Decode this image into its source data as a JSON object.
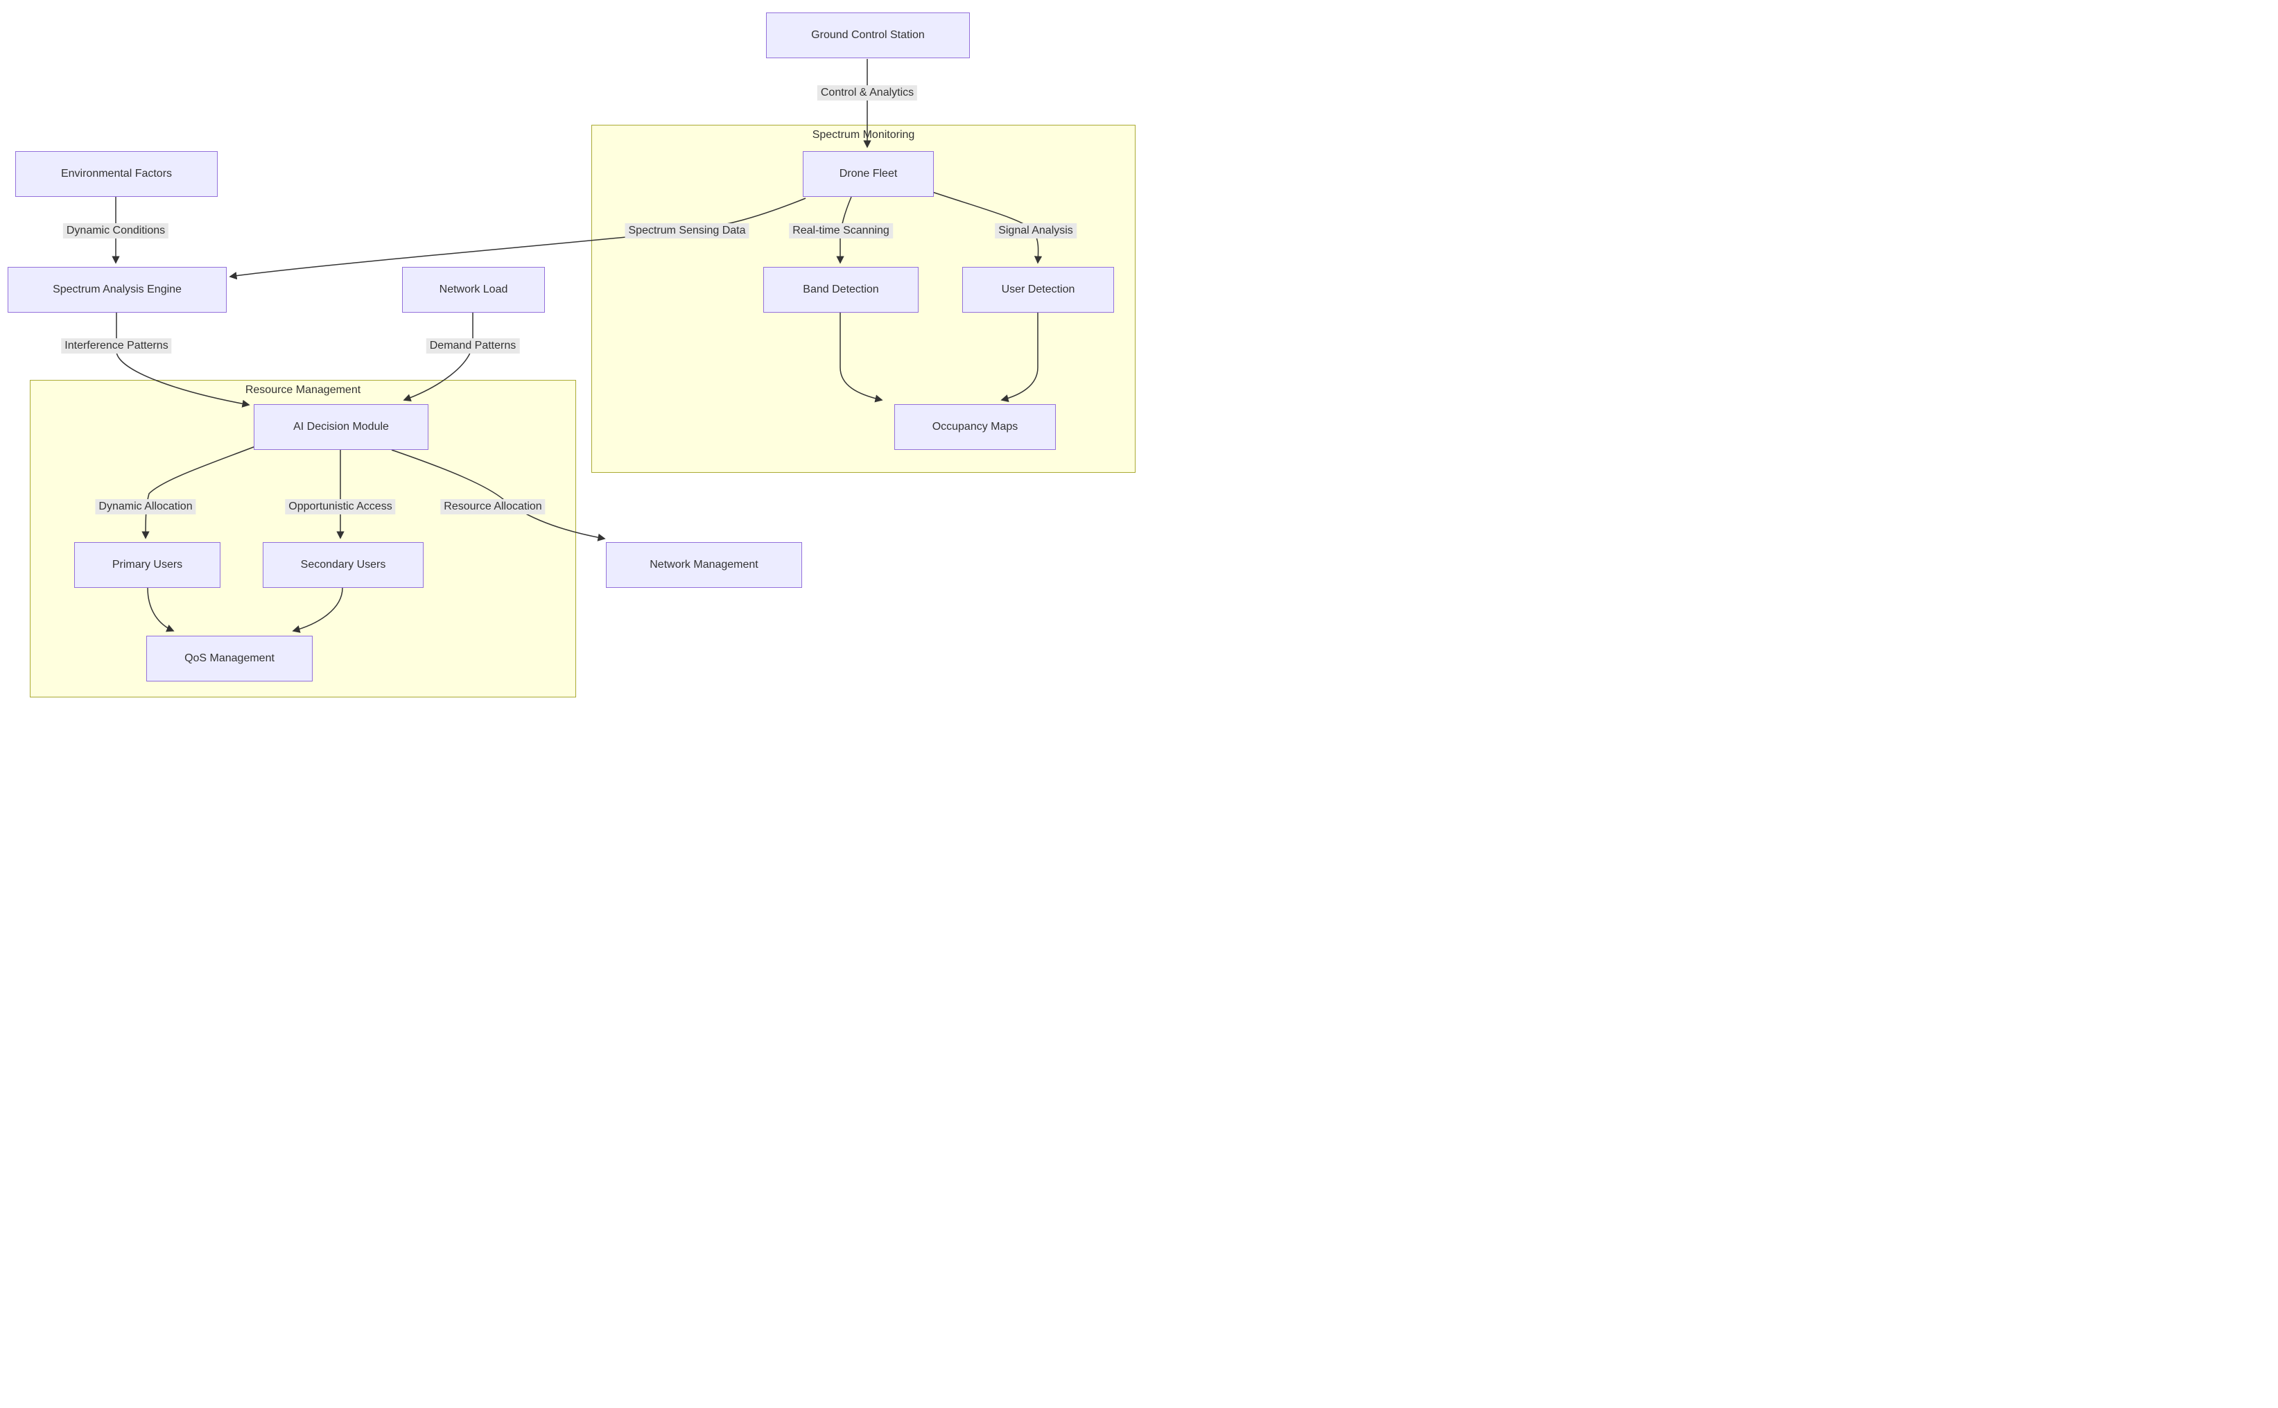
{
  "diagram_type": "flowchart",
  "colors": {
    "node_fill": "#ECECFF",
    "node_border": "#9370DB",
    "cluster_fill": "#FFFFDE",
    "cluster_border": "#AAAA33",
    "edge_label_bg": "#E8E8E8",
    "edge_stroke": "#333333",
    "text": "#333333",
    "background": "#FFFFFF"
  },
  "clusters": {
    "spectrum_monitoring": {
      "label": "Spectrum Monitoring"
    },
    "resource_management": {
      "label": "Resource Management"
    }
  },
  "nodes": {
    "ground_control_station": {
      "label": "Ground Control Station"
    },
    "environmental_factors": {
      "label": "Environmental Factors"
    },
    "drone_fleet": {
      "label": "Drone Fleet"
    },
    "spectrum_analysis_engine": {
      "label": "Spectrum Analysis Engine"
    },
    "network_load": {
      "label": "Network Load"
    },
    "band_detection": {
      "label": "Band Detection"
    },
    "user_detection": {
      "label": "User Detection"
    },
    "ai_decision_module": {
      "label": "AI Decision Module"
    },
    "occupancy_maps": {
      "label": "Occupancy Maps"
    },
    "primary_users": {
      "label": "Primary Users"
    },
    "secondary_users": {
      "label": "Secondary Users"
    },
    "network_management": {
      "label": "Network Management"
    },
    "qos_management": {
      "label": "QoS Management"
    }
  },
  "edges": [
    {
      "from": "ground_control_station",
      "to": "drone_fleet",
      "label": "Control & Analytics"
    },
    {
      "from": "drone_fleet",
      "to": "spectrum_analysis_engine",
      "label": "Spectrum Sensing Data"
    },
    {
      "from": "drone_fleet",
      "to": "band_detection",
      "label": "Real-time Scanning"
    },
    {
      "from": "drone_fleet",
      "to": "user_detection",
      "label": "Signal Analysis"
    },
    {
      "from": "band_detection",
      "to": "occupancy_maps",
      "label": ""
    },
    {
      "from": "user_detection",
      "to": "occupancy_maps",
      "label": ""
    },
    {
      "from": "environmental_factors",
      "to": "spectrum_analysis_engine",
      "label": "Dynamic Conditions"
    },
    {
      "from": "spectrum_analysis_engine",
      "to": "ai_decision_module",
      "label": "Interference Patterns"
    },
    {
      "from": "network_load",
      "to": "ai_decision_module",
      "label": "Demand Patterns"
    },
    {
      "from": "ai_decision_module",
      "to": "primary_users",
      "label": "Dynamic Allocation"
    },
    {
      "from": "ai_decision_module",
      "to": "secondary_users",
      "label": "Opportunistic Access"
    },
    {
      "from": "ai_decision_module",
      "to": "network_management",
      "label": "Resource Allocation"
    },
    {
      "from": "primary_users",
      "to": "qos_management",
      "label": ""
    },
    {
      "from": "secondary_users",
      "to": "qos_management",
      "label": ""
    }
  ]
}
